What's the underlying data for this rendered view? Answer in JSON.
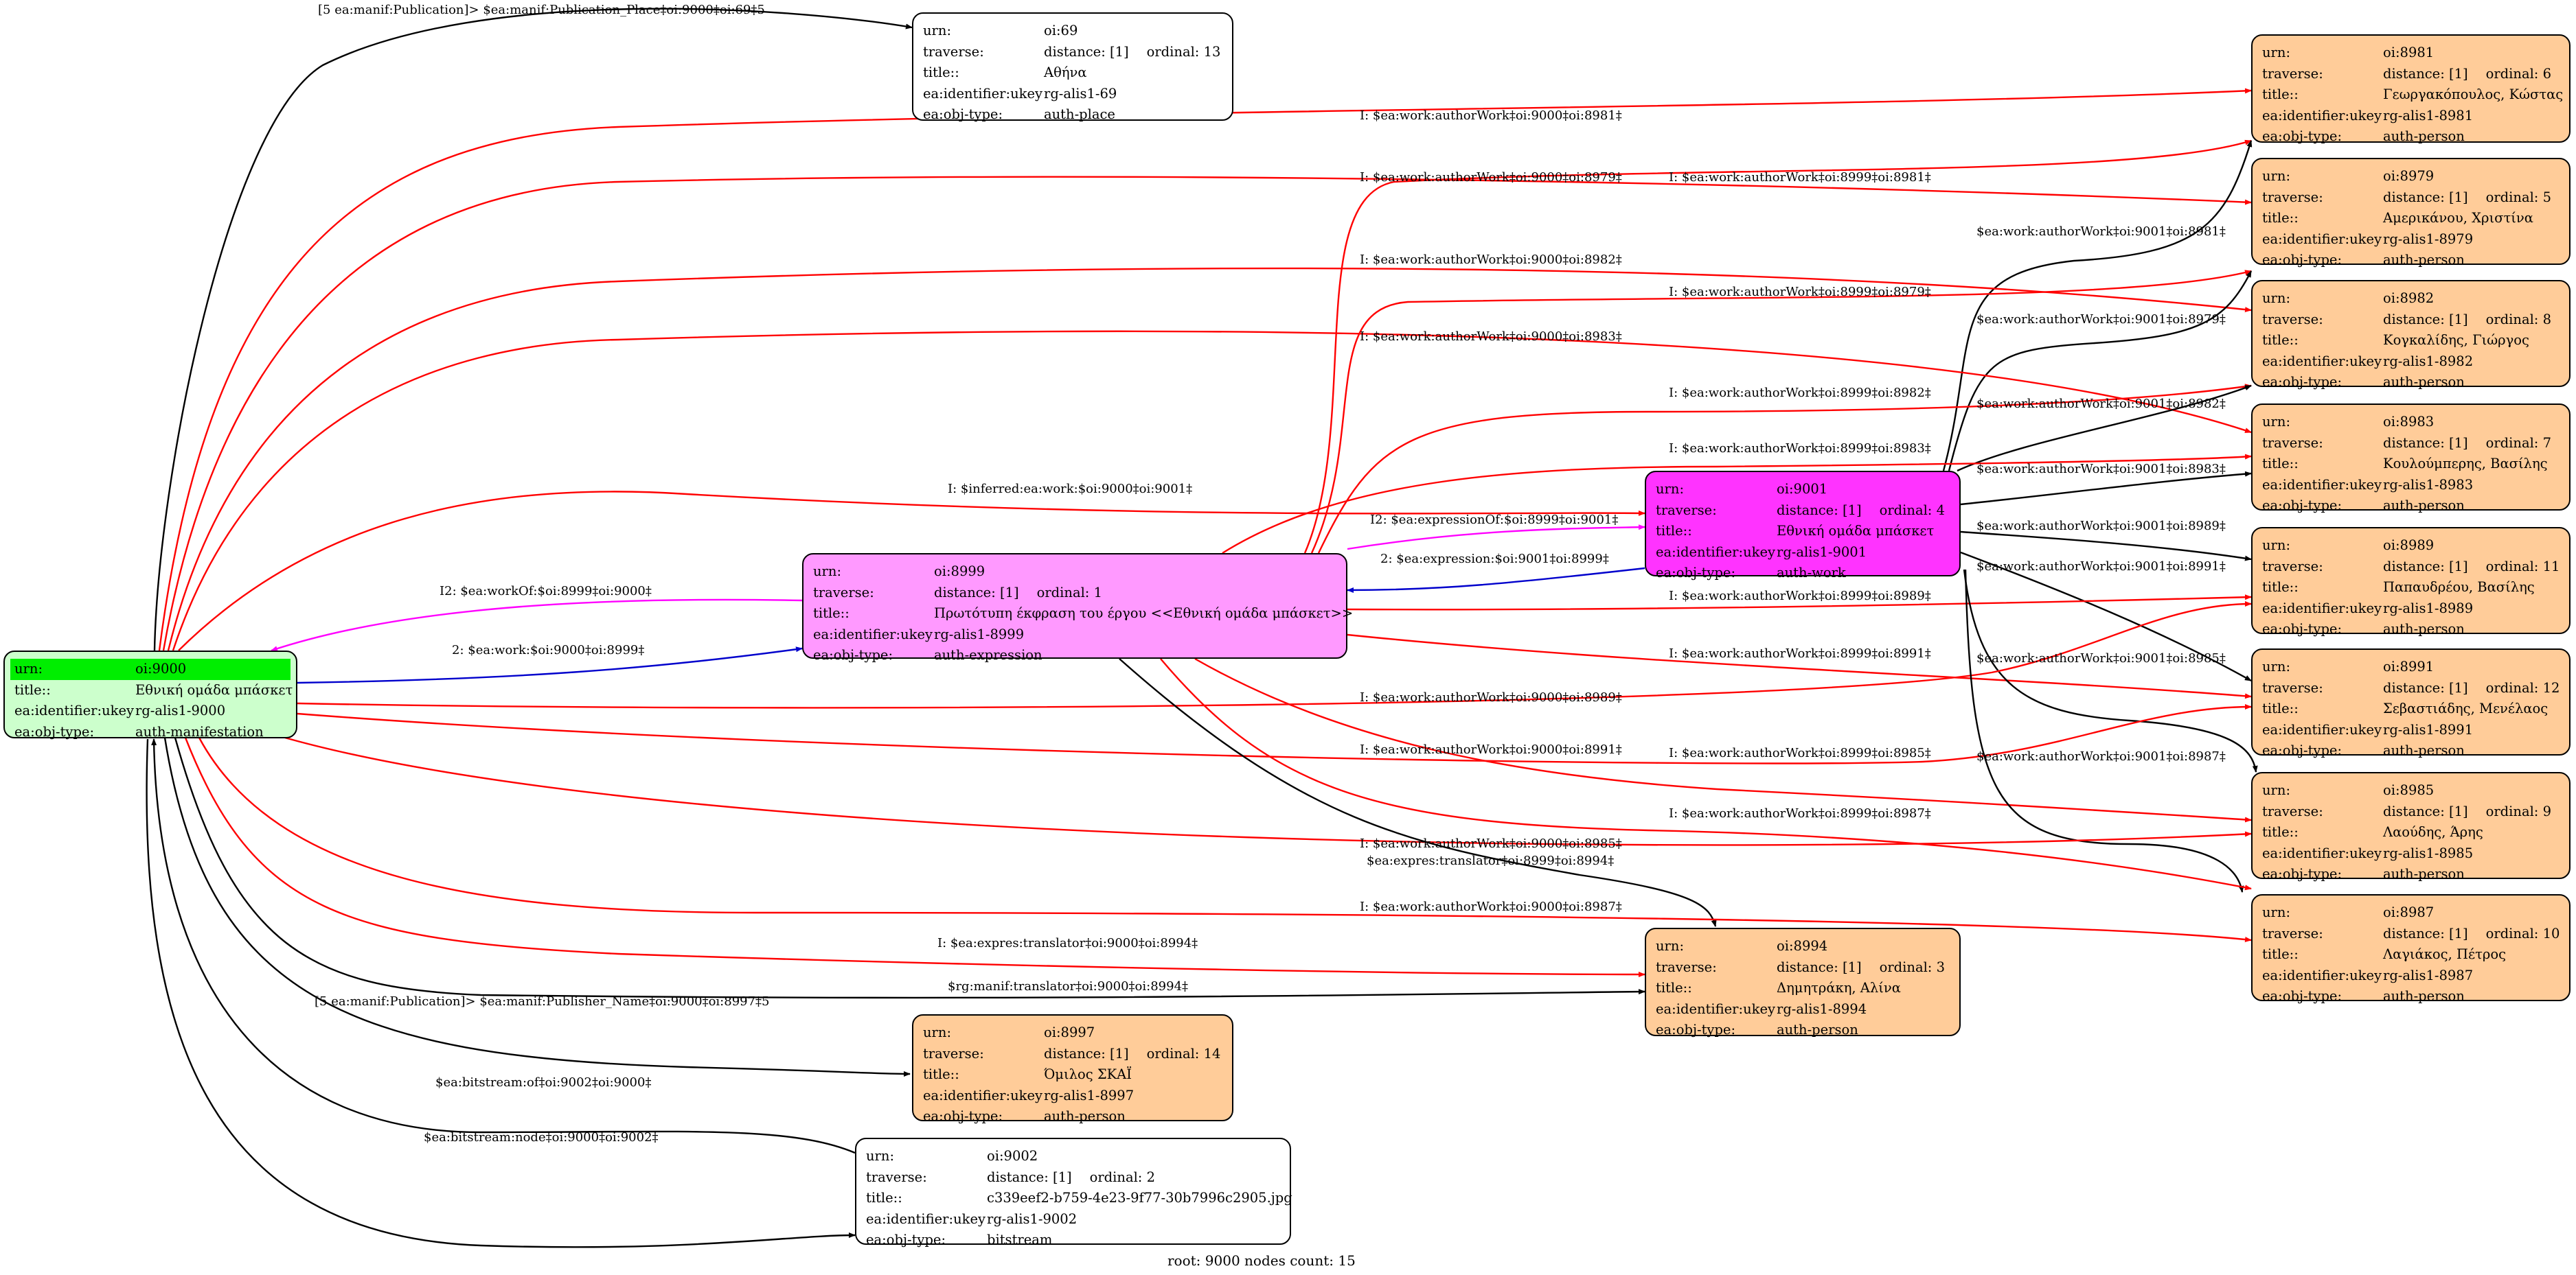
{
  "footer": "root: 9000 nodes count: 15",
  "field_labels": {
    "urn": "urn:",
    "traverse": "traverse:",
    "title": "title::",
    "ukey": "ea:identifier:ukey",
    "otype": "ea:obj-type:"
  },
  "colors": {
    "root_fill": "#ccffcc",
    "root_header": "#00ee00",
    "expression_fill": "#ff99ff",
    "work_fill": "#ff33ff",
    "person_fill": "#ffcc99",
    "plain_fill": "#ffffff",
    "edge_red": "#ff0000",
    "edge_black": "#000000",
    "edge_blue": "#0000cc",
    "edge_magenta": "#ff00ff"
  },
  "nodes": {
    "n9000": {
      "urn": "oi:9000",
      "traverse": "",
      "ordinal": "",
      "title": "Εθνική ομάδα μπάσκετ",
      "ukey": "rg-alis1-9000",
      "otype": "auth-manifestation"
    },
    "n8999": {
      "urn": "oi:8999",
      "traverse": "distance: [1]",
      "ordinal": "ordinal: 1",
      "title": "Πρωτότυπη έκφραση του έργου <<Εθνική ομάδα μπάσκετ>>",
      "ukey": "rg-alis1-8999",
      "otype": "auth-expression"
    },
    "n9001": {
      "urn": "oi:9001",
      "traverse": "distance: [1]",
      "ordinal": "ordinal: 4",
      "title": "Εθνική ομάδα μπάσκετ",
      "ukey": "rg-alis1-9001",
      "otype": "auth-work"
    },
    "n69": {
      "urn": "oi:69",
      "traverse": "distance: [1]",
      "ordinal": "ordinal: 13",
      "title": "Αθήνα",
      "ukey": "rg-alis1-69",
      "otype": "auth-place"
    },
    "n8994": {
      "urn": "oi:8994",
      "traverse": "distance: [1]",
      "ordinal": "ordinal: 3",
      "title": "Δημητράκη, Αλίνα",
      "ukey": "rg-alis1-8994",
      "otype": "auth-person"
    },
    "n8997": {
      "urn": "oi:8997",
      "traverse": "distance: [1]",
      "ordinal": "ordinal: 14",
      "title": "Όμιλος ΣΚΑΪ",
      "ukey": "rg-alis1-8997",
      "otype": "auth-person"
    },
    "n9002": {
      "urn": "oi:9002",
      "traverse": "distance: [1]",
      "ordinal": "ordinal: 2",
      "title": "c339eef2-b759-4e23-9f77-30b7996c2905.jpg",
      "ukey": "rg-alis1-9002",
      "otype": "bitstream"
    },
    "n8981": {
      "urn": "oi:8981",
      "traverse": "distance: [1]",
      "ordinal": "ordinal: 6",
      "title": "Γεωργακόπουλος, Κώστας",
      "ukey": "rg-alis1-8981",
      "otype": "auth-person"
    },
    "n8979": {
      "urn": "oi:8979",
      "traverse": "distance: [1]",
      "ordinal": "ordinal: 5",
      "title": "Αμερικάνου, Χριστίνα",
      "ukey": "rg-alis1-8979",
      "otype": "auth-person"
    },
    "n8982": {
      "urn": "oi:8982",
      "traverse": "distance: [1]",
      "ordinal": "ordinal: 8",
      "title": "Κογκαλίδης, Γιώργος",
      "ukey": "rg-alis1-8982",
      "otype": "auth-person"
    },
    "n8983": {
      "urn": "oi:8983",
      "traverse": "distance: [1]",
      "ordinal": "ordinal: 7",
      "title": "Κουλούμπερης, Βασίλης",
      "ukey": "rg-alis1-8983",
      "otype": "auth-person"
    },
    "n8989": {
      "urn": "oi:8989",
      "traverse": "distance: [1]",
      "ordinal": "ordinal: 11",
      "title": "Παπαυδρέου, Βασίλης",
      "ukey": "rg-alis1-8989",
      "otype": "auth-person"
    },
    "n8991": {
      "urn": "oi:8991",
      "traverse": "distance: [1]",
      "ordinal": "ordinal: 12",
      "title": "Σεβαστιάδης, Μενέλαος",
      "ukey": "rg-alis1-8991",
      "otype": "auth-person"
    },
    "n8985": {
      "urn": "oi:8985",
      "traverse": "distance: [1]",
      "ordinal": "ordinal: 9",
      "title": "Λαούδης, Άρης",
      "ukey": "rg-alis1-8985",
      "otype": "auth-person"
    },
    "n8987": {
      "urn": "oi:8987",
      "traverse": "distance: [1]",
      "ordinal": "ordinal: 10",
      "title": "Λαγιάκος, Πέτρος",
      "ukey": "rg-alis1-8987",
      "otype": "auth-person"
    }
  },
  "edge_labels": {
    "e_place": "[5 ea:manif:Publication]> $ea:manif:Publication_Place‡oi:9000‡oi:69‡5",
    "e_8981": "I: $ea:work:authorWork‡oi:9000‡oi:8981‡",
    "e_8979": "I: $ea:work:authorWork‡oi:9000‡oi:8979‡",
    "e_8999_8981": "I: $ea:work:authorWork‡oi:8999‡oi:8981‡",
    "e_9001_8981": "$ea:work:authorWork‡oi:9001‡oi:8981‡",
    "e_8982": "I: $ea:work:authorWork‡oi:9000‡oi:8982‡",
    "e_8999_8979": "I: $ea:work:authorWork‡oi:8999‡oi:8979‡",
    "e_9001_8979": "$ea:work:authorWork‡oi:9001‡oi:8979‡",
    "e_8983": "I: $ea:work:authorWork‡oi:9000‡oi:8983‡",
    "e_8999_8982": "I: $ea:work:authorWork‡oi:8999‡oi:8982‡",
    "e_9001_8982": "$ea:work:authorWork‡oi:9001‡oi:8982‡",
    "e_8999_8983": "I: $ea:work:authorWork‡oi:8999‡oi:8983‡",
    "e_9001_8983": "$ea:work:authorWork‡oi:9001‡oi:8983‡",
    "e_inferred": "I: $inferred:ea:work:$oi:9000‡oi:9001‡",
    "e_exprof": "I2: $ea:expressionOf:$oi:8999‡oi:9001‡",
    "e_workof": "I2: $ea:workOf:$oi:8999‡oi:9000‡",
    "e_expression": "2: $ea:expression:$oi:9001‡oi:8999‡",
    "e_work": "2: $ea:work:$oi:9000‡oi:8999‡",
    "e_9001_8989": "$ea:work:authorWork‡oi:9001‡oi:8989‡",
    "e_9001_8991": "$ea:work:authorWork‡oi:9001‡oi:8991‡",
    "e_8999_8989": "I: $ea:work:authorWork‡oi:8999‡oi:8989‡",
    "e_8999_8991": "I: $ea:work:authorWork‡oi:8999‡oi:8991‡",
    "e_9001_8985": "$ea:work:authorWork‡oi:9001‡oi:8985‡",
    "e_9000_8989": "I: $ea:work:authorWork‡oi:9000‡oi:8989‡",
    "e_9000_8991": "I: $ea:work:authorWork‡oi:9000‡oi:8991‡",
    "e_8999_8985": "I: $ea:work:authorWork‡oi:8999‡oi:8985‡",
    "e_9001_8987": "$ea:work:authorWork‡oi:9001‡oi:8987‡",
    "e_8999_8987": "I: $ea:work:authorWork‡oi:8999‡oi:8987‡",
    "e_9000_8985": "I: $ea:work:authorWork‡oi:9000‡oi:8985‡",
    "e_8999_8994": "$ea:expres:translator‡oi:8999‡oi:8994‡",
    "e_9000_8987": "I: $ea:work:authorWork‡oi:9000‡oi:8987‡",
    "e_9000_8994": "I: $ea:expres:translator‡oi:9000‡oi:8994‡",
    "e_rg_8994": "$rg:manif:translator‡oi:9000‡oi:8994‡",
    "e_publisher": "[5 ea:manif:Publication]> $ea:manif:Publisher_Name‡oi:9000‡oi:8997‡5",
    "e_bitstream_of": "$ea:bitstream:of‡oi:9002‡oi:9000‡",
    "e_bitstream_node": "$ea:bitstream:node‡oi:9000‡oi:9002‡"
  }
}
